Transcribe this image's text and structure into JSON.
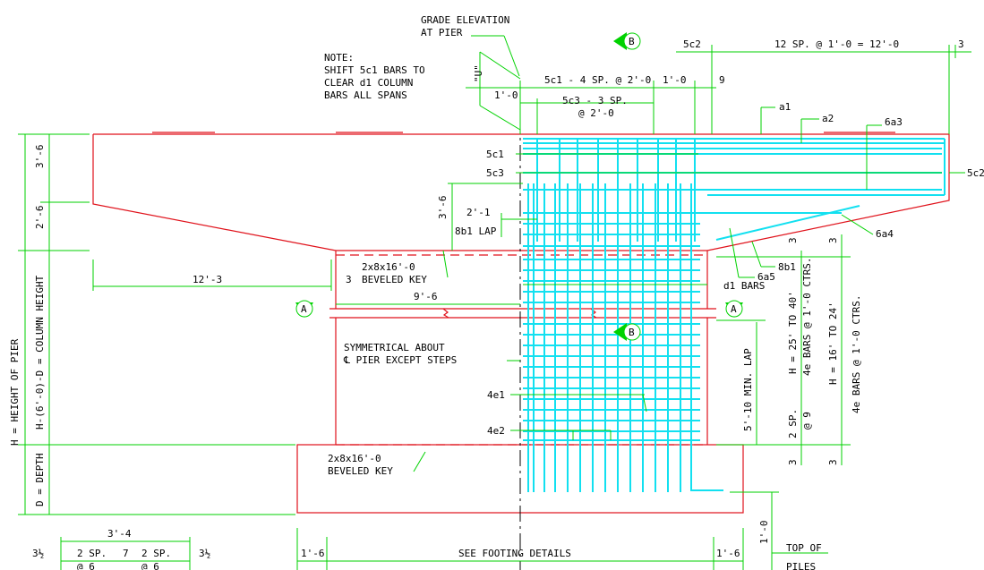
{
  "labels": {
    "grade": [
      "GRADE ELEVATION",
      "AT PIER"
    ],
    "note": [
      "NOTE:",
      "SHIFT 5c1 BARS TO",
      "CLEAR d1 COLUMN",
      "BARS ALL SPANS"
    ],
    "u": "\"U\"",
    "spacing_5c2": "5c2",
    "spacing_12sp": "12 SP. @ 1'-0 = 12'-0",
    "dim_3_top": "3",
    "dim_5c1_sp": "5c1 - 4 SP. @ 2'-0",
    "dim_1_0_a": "1'-0",
    "dim_1_0_b": "1'-0",
    "dim_9": "9",
    "dim_5c3_sp": [
      "5c3 - 3 SP.",
      "@ 2'-0"
    ],
    "a1": "a1",
    "a2": "a2",
    "a3": "6a3",
    "a4": "6a4",
    "a5": "6a5",
    "c1": "5c1",
    "c3": "5c3",
    "c2_right": "5c2",
    "dim_3_6_left": "3'-6",
    "dim_2_6_left": "2'-6",
    "dim_3_6_inner": "3'-6",
    "lap_2_1": "2'-1",
    "lap_8b1": "8b1 LAP",
    "b1": "8b1",
    "dim_12_3": "12'-3",
    "key_top": [
      "2x8x16'-0",
      "BEVELED KEY"
    ],
    "dim_3_key": "3",
    "dim_9_6": "9'-6",
    "d1_bars": "d1 BARS",
    "section_a": "A",
    "section_b": "B",
    "sym": [
      "SYMMETRICAL ABOUT",
      "℄ PIER EXCEPT STEPS"
    ],
    "e1": "4e1",
    "e2": "4e2",
    "lap_min": "5'-10 MIN. LAP",
    "h_range1": "H = 25' TO 40'",
    "bars1": "4e BARS @ 1'-0 CTRS.",
    "h_range2": "H = 16' TO 24'",
    "bars2": "4e BARS @ 1'-0 CTRS.",
    "dim_3_r1": "3",
    "dim_3_r2": "3",
    "sp2": [
      "2 SP.",
      "@ 9"
    ],
    "dim_3_r3": "3",
    "dim_3_r4": "3",
    "h_pier": "H = HEIGHT OF PIER",
    "h_col": "H-(6'-0)-D = COLUMN HEIGHT",
    "d_depth": "D = DEPTH",
    "key_bot": [
      "2x8x16'-0",
      "BEVELED KEY"
    ],
    "dim_3_4": "3'-4",
    "dim_3h_l": "3½",
    "dim_2sp_l": "2 SP.",
    "dim_7": "7",
    "dim_2sp_r": "2 SP.",
    "dim_3h_r": "3½",
    "dim_6_l": "@ 6",
    "dim_6_r": "@ 6",
    "dim_1_6_l": "1'-6",
    "footing": "SEE FOOTING DETAILS",
    "dim_1_6_r": "1'-6",
    "dim_1_0_v": "1'-0",
    "top_of": "TOP OF",
    "piles": "PILES"
  },
  "colors": {
    "concrete": "#e0121b",
    "dimension": "#00d200",
    "rebar": "#12e0f0",
    "text": "#000000"
  }
}
